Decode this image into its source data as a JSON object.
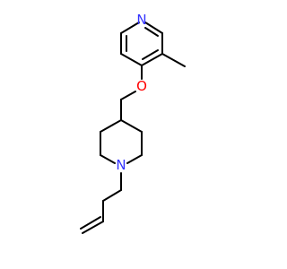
{
  "molecule": {
    "atoms": {
      "nitrogen_pyridine": "N",
      "oxygen_ether": "O",
      "nitrogen_piperidine": "N"
    },
    "colors": {
      "nitrogen": "#3333ff",
      "oxygen": "#ff0000",
      "bond": "#000000",
      "background": "#ffffff"
    }
  }
}
